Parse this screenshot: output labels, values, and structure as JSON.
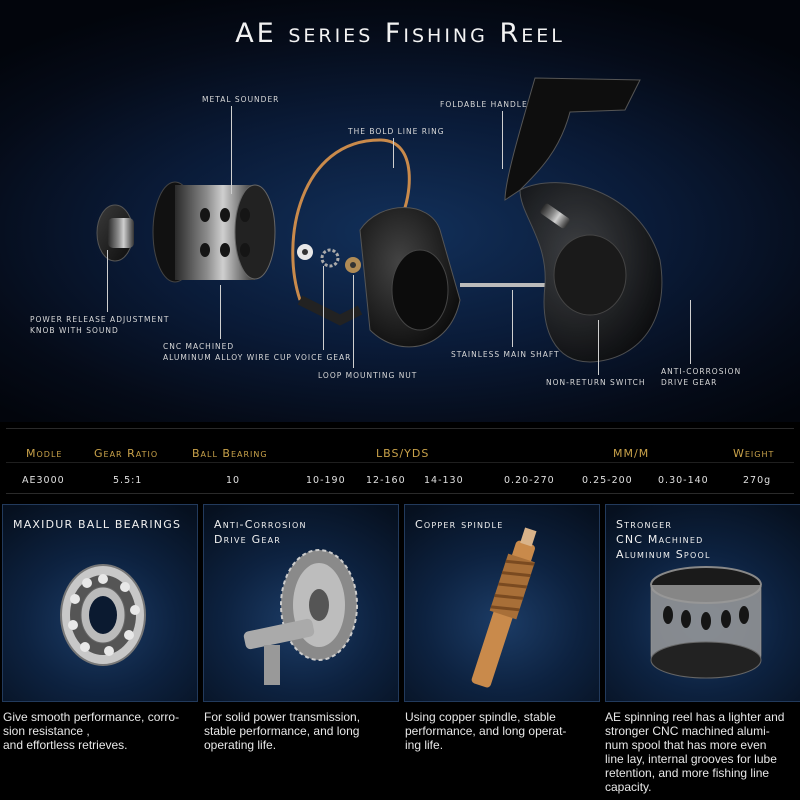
{
  "title": "AE series Fishing Reel",
  "callouts": {
    "metal_sounder": "Metal sounder",
    "bold_line_ring": "The bold line ring",
    "foldable_handle": "Foldable handle",
    "power_release": "Power release adjustment",
    "power_release_2": "knob with sound",
    "cnc_cup": "CNC machined",
    "cnc_cup_2": "aluminum alloy wire cup",
    "voice_gear": "Voice gear",
    "loop_nut": "Loop mounting nut",
    "main_shaft": "Stainless main shaft",
    "non_return": "Non-return switch",
    "anti_corrosion": "Anti-Corrosion",
    "anti_corrosion_2": "Drive Gear"
  },
  "spec": {
    "headers": [
      "Modle",
      "Gear Ratio",
      "Ball Bearing",
      "LBS/YDS",
      "MM/M",
      "Weight"
    ],
    "values": [
      "AE3000",
      "5.5:1",
      "10",
      "10-190",
      "12-160",
      "14-130",
      "0.20-270",
      "0.25-200",
      "0.30-140",
      "270g"
    ]
  },
  "features": [
    {
      "title": "MAXIDUR BALL BEARINGS",
      "desc": [
        "Give smooth performance, corro-",
        "sion resistance ,",
        "and effortless retrieves."
      ]
    },
    {
      "title": "Anti-Corrosion",
      "title2": "Drive Gear",
      "desc": [
        "For solid power transmission,",
        "stable performance, and long",
        "operating life."
      ]
    },
    {
      "title": "Copper spindle",
      "desc": [
        "Using copper spindle, stable",
        "performance, and long operat-",
        "ing life."
      ]
    },
    {
      "title": "Stronger",
      "title2": "CNC Machined",
      "title3": "Aluminum Spool",
      "desc": [
        "AE spinning reel has a lighter and",
        "stronger CNC machined alumi-",
        "num spool that has more even",
        "line lay, internal grooves for lube",
        "retention, and more fishing line",
        "capacity."
      ]
    }
  ],
  "colors": {
    "accent_gold": "#c9a24a",
    "panel_blue": "#0d2240",
    "copper": "#c98a4b"
  }
}
